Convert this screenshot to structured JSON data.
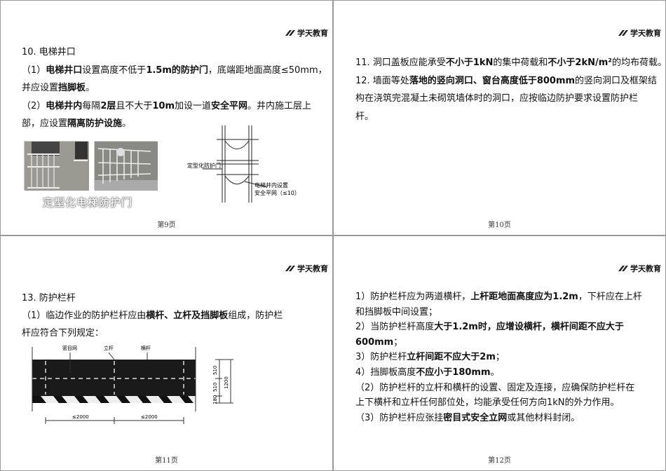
{
  "brand": "学天教育",
  "slides": [
    {
      "page": "第9页",
      "lines": [
        [
          {
            "t": "10. 电梯井口",
            "b": false
          }
        ],
        [
          {
            "t": "（1）",
            "b": false
          },
          {
            "t": "电梯井口",
            "b": true
          },
          {
            "t": "设置高度不低于",
            "b": false
          },
          {
            "t": "1.5m的防护门",
            "b": true
          },
          {
            "t": "，底端距地面高度≤50mm，",
            "b": false
          }
        ],
        [
          {
            "t": "并应设置",
            "b": false
          },
          {
            "t": "挡脚板",
            "b": true
          },
          {
            "t": "。",
            "b": false
          }
        ],
        [
          {
            "t": "（2）",
            "b": false
          },
          {
            "t": "电梯井内",
            "b": true
          },
          {
            "t": "每隔",
            "b": false
          },
          {
            "t": "2层",
            "b": true
          },
          {
            "t": "且不大于",
            "b": false
          },
          {
            "t": "10m",
            "b": true
          },
          {
            "t": "加设一道",
            "b": false
          },
          {
            "t": "安全平网",
            "b": true
          },
          {
            "t": "。井内施工层上",
            "b": false
          }
        ],
        [
          {
            "t": "部，应设置",
            "b": false
          },
          {
            "t": "隔离防护设施",
            "b": true
          },
          {
            "t": "。",
            "b": false
          }
        ]
      ],
      "photo_caption": "定型化电梯防护门",
      "diagram_labels": {
        "door": "定型化防护门",
        "net": "电梯井内设置",
        "net2": "安全平网（≤10）"
      }
    },
    {
      "page": "第10页",
      "lines": [
        [
          {
            "t": "11. 洞口盖板应能承受",
            "b": false
          },
          {
            "t": "不小于1kN",
            "b": true
          },
          {
            "t": "的集中荷载和",
            "b": false
          },
          {
            "t": "不小于2kN/m²",
            "b": true
          },
          {
            "t": "的均布荷载。",
            "b": false
          }
        ],
        [
          {
            "t": "12. 墙面等处",
            "b": false
          },
          {
            "t": "落地的竖向洞口、窗台高度低于800mm",
            "b": true
          },
          {
            "t": "的竖向洞口及框架结",
            "b": false
          }
        ],
        [
          {
            "t": "构在浇筑完混凝土未砌筑墙体时的洞口，应按临边防护要求设置防护栏",
            "b": false
          }
        ],
        [
          {
            "t": "杆。",
            "b": false
          }
        ]
      ]
    },
    {
      "page": "第11页",
      "lines": [
        [
          {
            "t": "13. 防护栏杆",
            "b": false
          }
        ],
        [
          {
            "t": "（1）临边作业的防护栏杆应由",
            "b": false
          },
          {
            "t": "横杆、立杆及挡脚板",
            "b": true
          },
          {
            "t": "组成，防护栏",
            "b": false
          }
        ],
        [
          {
            "t": "杆应符合下列规定：",
            "b": false
          }
        ]
      ],
      "diagram_labels": {
        "net": "密目网",
        "post": "立杆",
        "rail": "横杆",
        "d1": "510",
        "d2": "510",
        "d3": "180",
        "total": "1200",
        "span1": "≤2000",
        "span2": "≤2000"
      }
    },
    {
      "page": "第12页",
      "lines": [
        [
          {
            "t": "1）防护栏杆应为两道横杆，",
            "b": false
          },
          {
            "t": "上杆距地面高度应为1.2m",
            "b": true
          },
          {
            "t": "，下杆应在上杆",
            "b": false
          }
        ],
        [
          {
            "t": "和挡脚板中间设置；",
            "b": false
          }
        ],
        [
          {
            "t": "2）当防护栏杆高度",
            "b": false
          },
          {
            "t": "大于1.2m时，应增设横杆，横杆间距不应大于",
            "b": true
          }
        ],
        [
          {
            "t": "600mm",
            "b": true
          },
          {
            "t": "；",
            "b": false
          }
        ],
        [
          {
            "t": "3）防护栏杆",
            "b": false
          },
          {
            "t": "立杆间距不应大于2m",
            "b": true
          },
          {
            "t": "；",
            "b": false
          }
        ],
        [
          {
            "t": "4）挡脚板高度",
            "b": false
          },
          {
            "t": "不应小于180mm",
            "b": true
          },
          {
            "t": "。",
            "b": false
          }
        ],
        [
          {
            "t": "（2）防护栏杆的立杆和横杆的设置、固定及连接，应确保防护栏杆在",
            "b": false
          }
        ],
        [
          {
            "t": "上下横杆和立杆任何部位处，均能承受任何方向1kN的外力作用。",
            "b": false
          }
        ],
        [
          {
            "t": "（3）防护栏杆应张挂",
            "b": false
          },
          {
            "t": "密目式安全立网",
            "b": true
          },
          {
            "t": "或其他材料封闭。",
            "b": false
          }
        ]
      ]
    }
  ]
}
